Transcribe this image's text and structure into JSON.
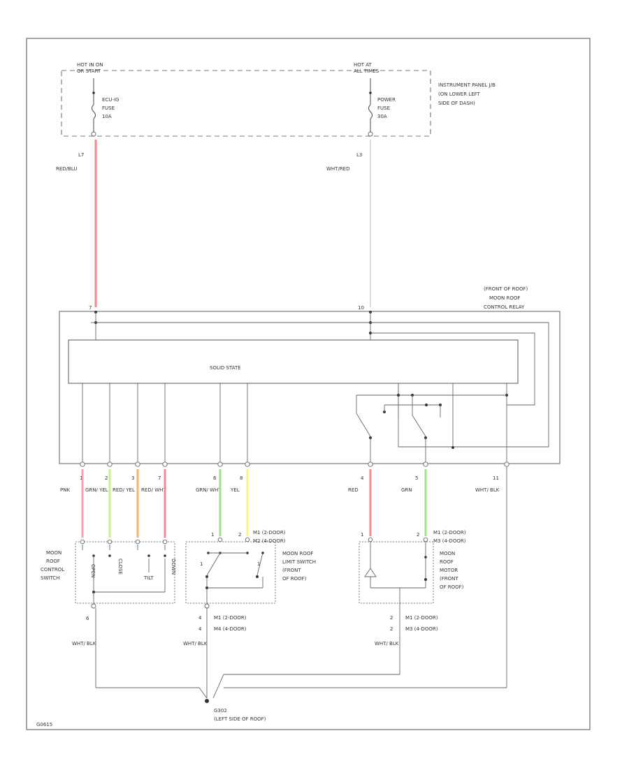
{
  "diagram": {
    "fuse_left": {
      "hot": [
        "HOT IN ON",
        "OR START"
      ],
      "name": [
        "ECU-IG",
        "FUSE",
        "10A"
      ],
      "pin": "L7",
      "wire": "RED/BLU"
    },
    "fuse_right": {
      "hot": [
        "HOT AT",
        "ALL TIMES"
      ],
      "name": [
        "POWER",
        "FUSE",
        "30A"
      ],
      "pin": "L3",
      "wire": "WHT/RED"
    },
    "panel_label": [
      "INSTRUMENT PANEL J/B",
      "(ON LOWER LEFT",
      "SIDE OF DASH)"
    ],
    "relay_label": [
      "(FRONT OF ROOF)",
      "MOON ROOF",
      "CONTROL RELAY"
    ],
    "relay_top_pins": [
      "7",
      "10"
    ],
    "solid_state": "SOLID STATE",
    "bottom_pins": [
      {
        "num": "1",
        "wire": "PNK"
      },
      {
        "num": "2",
        "wire": "GRN/ YEL"
      },
      {
        "num": "3",
        "wire": "RED/ YEL"
      },
      {
        "num": "7",
        "wire": "RED/ WHT"
      },
      {
        "num": "6",
        "wire": "GRN/ WHT"
      },
      {
        "num": "8",
        "wire": "YEL"
      },
      {
        "num": "4",
        "wire": "RED"
      },
      {
        "num": "5",
        "wire": "GRN"
      },
      {
        "num": "11",
        "wire": "WHT/ BLK"
      }
    ],
    "wire_colors": {
      "red": "#f5888f",
      "pink": "#f7a0b0",
      "yellow_green": "#cfee88",
      "orange": "#f8b070",
      "green": "#9be488",
      "yellow": "#f3f788",
      "white_red": "#dddddd"
    },
    "switch": {
      "name": [
        "MOON",
        "ROOF",
        "CONTROL",
        "SWITCH"
      ],
      "positions": [
        "OPEN",
        "CLOSE",
        "TILT",
        "DOWN"
      ],
      "ground_pin": "6",
      "ground_wire": "WHT/ BLK"
    },
    "limit_switch": {
      "name": [
        "MOON ROOF",
        "LIMIT SWITCH",
        "(FRONT",
        "OF ROOF)"
      ],
      "pin_labels": [
        "M1  (2-DOOR)",
        "M2  (4-DOOR)"
      ],
      "terminal_nums": [
        "1",
        "2"
      ],
      "ground_labels": [
        "M1  (2-DOOR)",
        "M4  (4-DOOR)"
      ],
      "ground_pins": [
        "4",
        "4"
      ],
      "ground_wire": "WHT/ BLK"
    },
    "motor": {
      "name": [
        "MOON",
        "ROOF",
        "MOTOR",
        "(FRONT",
        "OF ROOF)"
      ],
      "pin_labels": [
        "M1  (2-DOOR)",
        "M3  (4-DOOR)"
      ],
      "terminal_nums": [
        "1",
        "2"
      ],
      "ground_labels": [
        "M1  (2-DOOR)",
        "M3  (4-DOOR)"
      ],
      "ground_pins": [
        "2",
        "2"
      ],
      "ground_wire": "WHT/ BLK"
    },
    "ground": {
      "name": "G302",
      "location": "(LEFT SIDE OF ROOF)"
    },
    "figure_id": "G0615"
  }
}
